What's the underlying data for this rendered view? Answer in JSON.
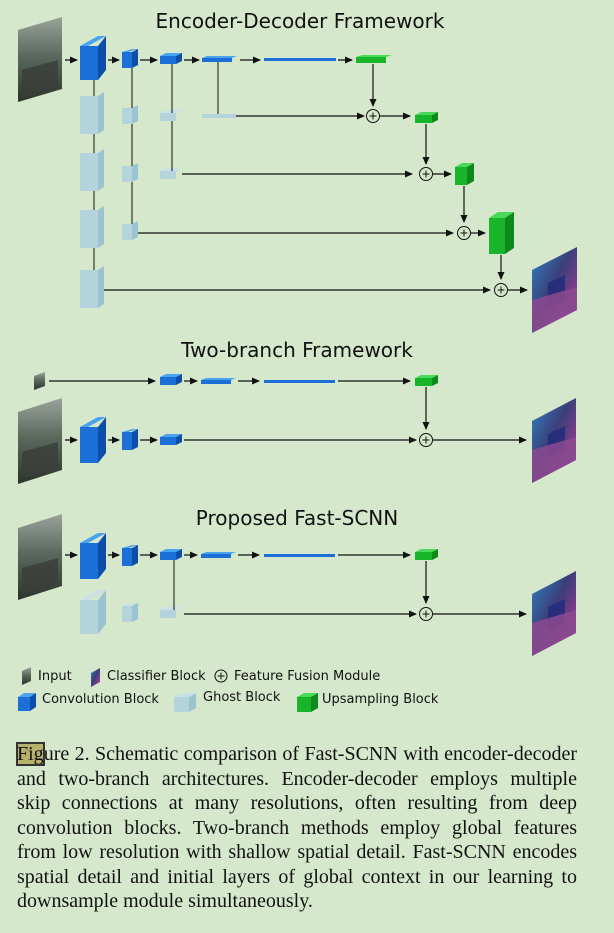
{
  "sections": {
    "encoder_decoder": "Encoder-Decoder Framework",
    "two_branch": "Two-branch Framework",
    "fast_scnn": "Proposed Fast-SCNN"
  },
  "legend": {
    "input": "Input",
    "classifier": "Classifier Block",
    "fusion": "Feature Fusion Module",
    "convolution": "Convolution Block",
    "ghost": "Ghost Block",
    "upsampling": "Upsampling Block"
  },
  "colors": {
    "background": "#d6e8cc",
    "convolution": "#1c6fd6",
    "ghost": "#b4d3dd",
    "upsampling": "#18b52a",
    "arrow": "#111111"
  },
  "caption": {
    "highlight": "Fig",
    "text": "ure 2. Schematic comparison of Fast-SCNN with encoder-decoder and two-branch architectures. Encoder-decoder employs multiple skip connections at many resolutions, often resulting from deep convolution blocks.  Two-branch methods employ global features from low resolution with shallow spatial detail. Fast-SCNN encodes spatial detail and initial layers of global context in our learning to downsample module simultaneously."
  }
}
